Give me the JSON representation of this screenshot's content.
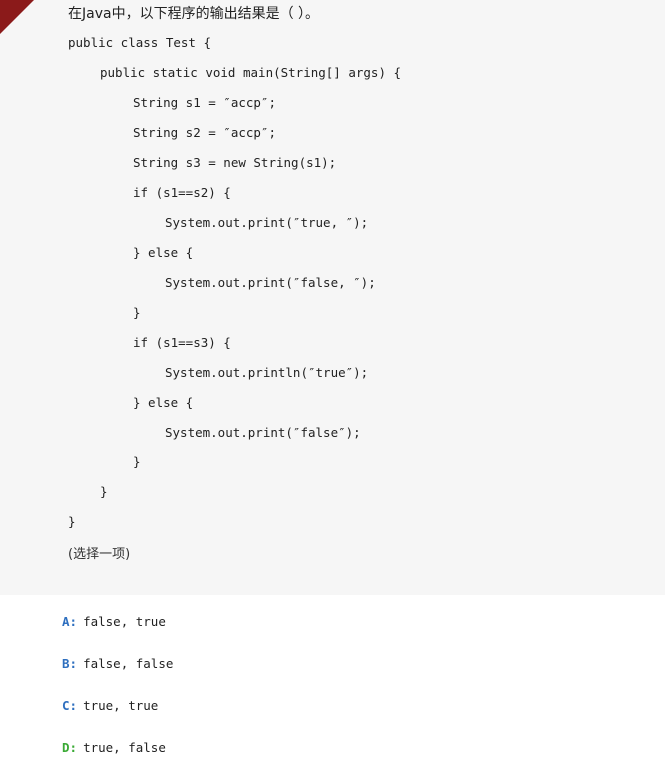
{
  "question": {
    "title": "在Java中，以下程序的输出结果是（ ）。",
    "code_lines": [
      "public class Test {",
      "public static void main(String[] args) {",
      "String s1 = ″accp″;",
      "String s2 = ″accp″;",
      "String s3 = new String(s1);",
      "if (s1==s2) {",
      "System.out.print(″true, ″);",
      "} else {",
      "System.out.print(″false, ″);",
      "}",
      "if (s1==s3) {",
      "System.out.println(″true″);",
      "} else {",
      "System.out.print(″false″);",
      "}",
      "}",
      "}"
    ],
    "hint": "(选择一项)"
  },
  "options": [
    {
      "letter": "A:",
      "text": "false, true",
      "color": "#2e6fbf"
    },
    {
      "letter": "B:",
      "text": "false, false",
      "color": "#2e6fbf"
    },
    {
      "letter": "C:",
      "text": "true, true",
      "color": "#2e6fbf"
    },
    {
      "letter": "D:",
      "text": "true, false",
      "color": "#3aaa35"
    }
  ],
  "colors": {
    "corner_flag": "#8b1a1a",
    "panel_bg": "#f6f6f6"
  }
}
